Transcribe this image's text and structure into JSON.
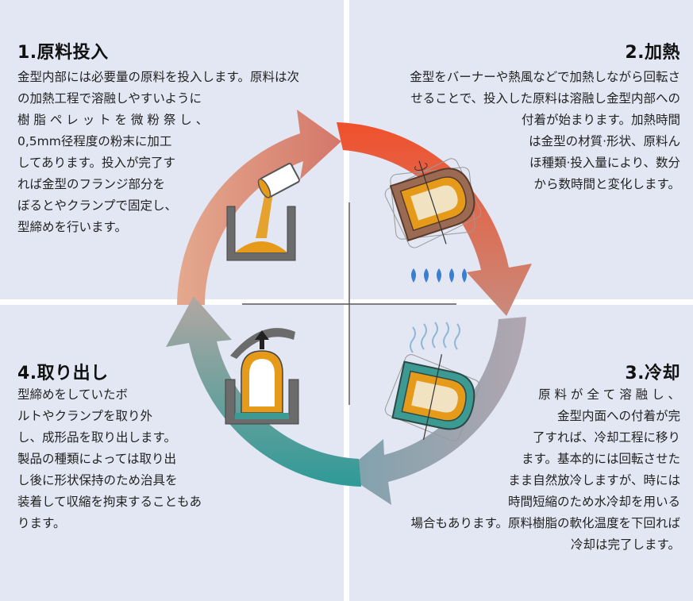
{
  "colors": {
    "quadrant_bg": "#e3e7f3",
    "heat_red": "#e8452a",
    "mold_orange": "#e59a1a",
    "cool_teal": "#2a9a95",
    "flame_blue": "#3a7fd0"
  },
  "steps": [
    {
      "title": "1.原料投入",
      "lines": [
        "金型内部には必要量の原料を投入します。原料は次",
        "の加熱工程で溶融しやすいように",
        "樹 脂 ペ レ ッ ト を 微 粉 祭 し 、",
        "0,5mm径程度の粉末に加工",
        "してあります。投入が完了す",
        "れば金型のフランジ部分を",
        "ぼるとやクランプで固定し、",
        "型締めを行います。"
      ]
    },
    {
      "title": "2.加熱",
      "lines": [
        "金型をバーナーや熱風などで加熱しながら回転さ",
        "せることで、投入した原料は溶融し金型内部への",
        "付着が始まります。加熱時間",
        "は金型の材質·形状、原料ん",
        "ほ種類·投入量により、数分",
        "から数時間と変化します。"
      ]
    },
    {
      "title": "3.冷却",
      "lines": [
        "原 料 が 全 て 溶 融 し 、",
        "金型内面への付着が完",
        "了すれば、冷却工程に移り",
        "ます。基本的には回転させた",
        "まま自然放冷しますが、時には",
        "時間短縮のため水冷却を用いる",
        "場合もあります。原料樹脂の軟化温度を下回れば",
        "冷却は完了します。"
      ]
    },
    {
      "title": "4.取り出し",
      "lines": [
        "型締めをしていたボ",
        "ルトやクランプを取り外",
        "し、成形品を取り出します。",
        "製品の種類によっては取り出",
        "し後に形状保持のため治具を",
        "装着して収縮を拘束することもあ",
        "ります。"
      ]
    }
  ],
  "icons": [
    "pour-powder-icon",
    "rotating-mold-heating-icon",
    "burner-flame-icon",
    "rotating-mold-cooling-icon",
    "demold-icon"
  ]
}
